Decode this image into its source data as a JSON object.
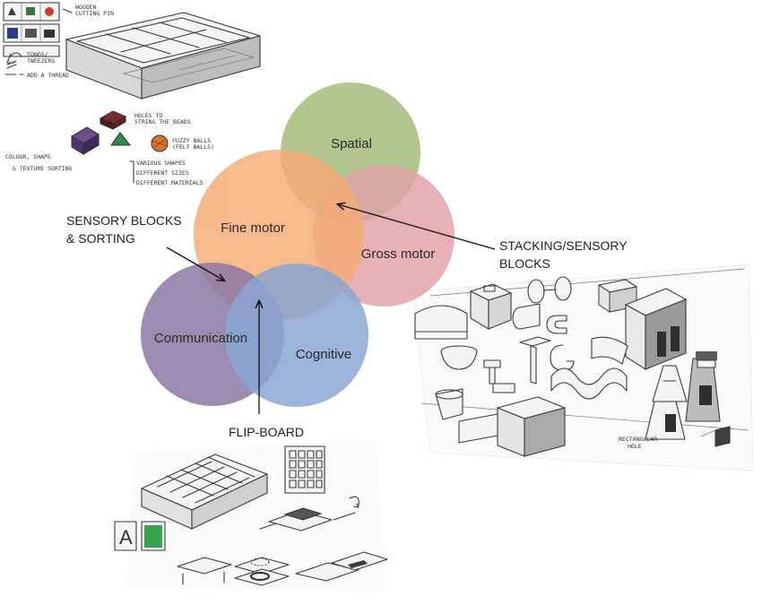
{
  "diagram": {
    "circles": [
      {
        "key": "spatial",
        "label": "Spatial",
        "color": "#9ab56a"
      },
      {
        "key": "fine_motor",
        "label": "Fine motor",
        "color": "#f3a468"
      },
      {
        "key": "gross_motor",
        "label": "Gross motor",
        "color": "#dd9a9f"
      },
      {
        "key": "communication",
        "label": "Communication",
        "color": "#7f6a9b"
      },
      {
        "key": "cognitive",
        "label": "Cognitive",
        "color": "#7e9dcf"
      }
    ],
    "callouts": {
      "sensory_blocks_line1": "SENSORY BLOCKS",
      "sensory_blocks_line2": "& SORTING",
      "stacking_line1": "STACKING/SENSORY",
      "stacking_line2": "BLOCKS",
      "flip_board": "FLIP-BOARD"
    },
    "sketch_notes": {
      "wooden_cutting_pin_1": "WOODEN",
      "wooden_cutting_pin_2": "CUTTING PIN",
      "tongs_1": "TONGS/",
      "tongs_2": "TWEEZERS",
      "add_thread": "ADD A THREAD",
      "holes_1": "HOLES TO",
      "holes_2": "STRING THE BEADS",
      "fuzzy_1": "FUZZY BALLS",
      "fuzzy_2": "(FELT BALLS)",
      "colour_1": "COLOUR, SHAPE",
      "colour_2": "& TEXTURE SORTING",
      "shapes_1": "VARIOUS SHAPES",
      "shapes_2": "DIFFERENT SIZES",
      "shapes_3": "DIFFERENT MATERIALS",
      "rect_hole_1": "RECTANGULAR",
      "rect_hole_2": "HOLE",
      "card_letter": "A"
    }
  }
}
